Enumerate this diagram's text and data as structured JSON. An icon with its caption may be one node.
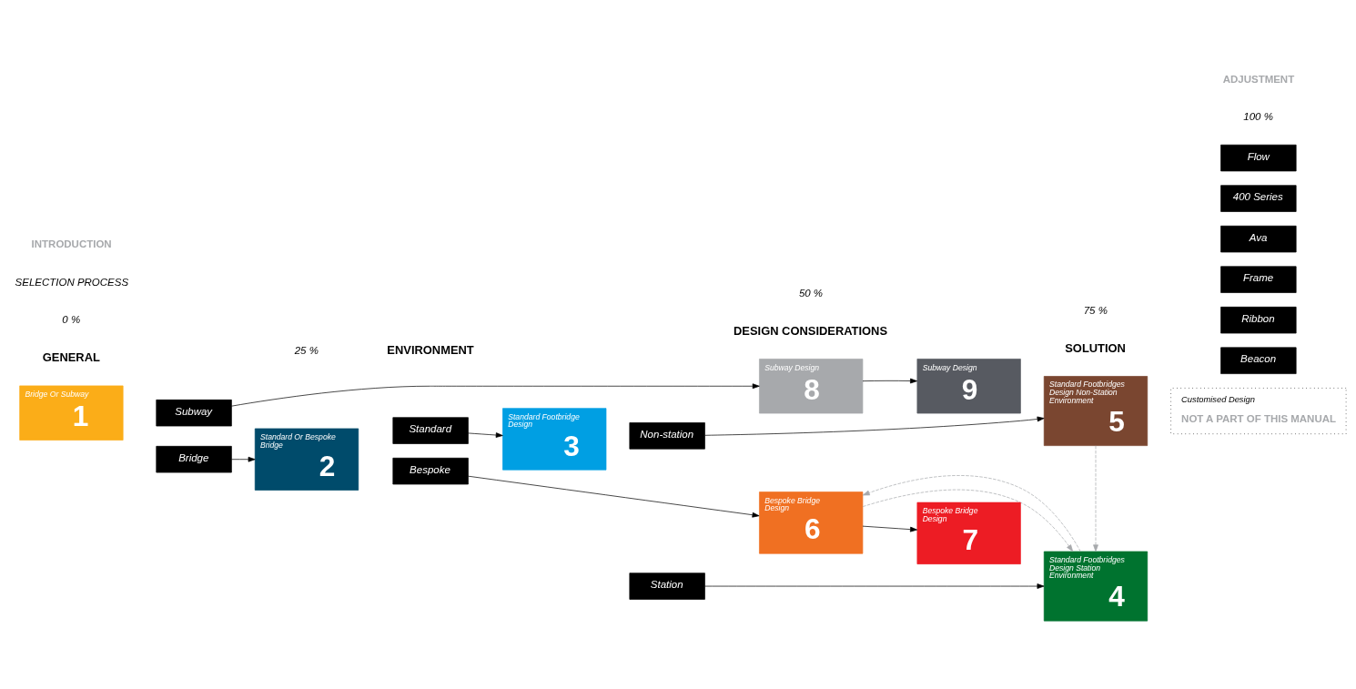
{
  "diagram": {
    "nodes": [
      {
        "text": [
          "Bridge Or Subway",
          "1"
        ]
      },
      {
        "text": [
          "Bridge"
        ]
      },
      {
        "text": [
          "Subway"
        ]
      },
      {
        "text": [
          "Standard Or Bespoke Bridge",
          "2"
        ]
      },
      {
        "text": [
          "Standard"
        ]
      },
      {
        "text": [
          "Bespoke"
        ]
      },
      {
        "text": [
          "Standard Footbridge Design",
          "3"
        ]
      },
      {
        "text": [
          "Station"
        ]
      },
      {
        "text": [
          "Non-station"
        ]
      },
      {
        "text": [
          "Standard Footbridges Design Station Environment",
          "4"
        ]
      },
      {
        "text": [
          "Beacon"
        ]
      },
      {
        "text": [
          "Ribbon"
        ]
      },
      {
        "text": [
          "Frame"
        ]
      },
      {
        "text": [
          "Ava"
        ]
      },
      {
        "text": [
          "Standard Footbridges Design Non-Station Environment",
          "5"
        ]
      },
      {
        "text": [
          "400 Series"
        ]
      },
      {
        "text": [
          "Flow"
        ]
      },
      {
        "text": [
          "Bespoke Bridge Design",
          "6"
        ]
      },
      {
        "text": [
          "Bespoke Bridge Design",
          "7"
        ]
      },
      {
        "text": [
          "Subway Design",
          "8"
        ]
      },
      {
        "text": [
          "Subway Design",
          "9"
        ]
      },
      {
        "text": [
          "Customised Design",
          "NOT A PART OF THIS MANUAL"
        ]
      }
    ],
    "edges": [
      {
        "from": 1,
        "to": 3,
        "arrow": "to"
      },
      {
        "from": 4,
        "to": 6,
        "arrow": "to"
      },
      {
        "from": 7,
        "to": 9,
        "arrow": "to"
      },
      {
        "from": 8,
        "to": 14,
        "arrow": "to"
      },
      {
        "from": 5,
        "to": 17,
        "arrow": "to"
      },
      {
        "from": 2,
        "to": 19,
        "arrow": "to"
      },
      {
        "from": 17,
        "to": 18,
        "arrow": "to"
      },
      {
        "from": 19,
        "to": 20,
        "arrow": "to"
      },
      {
        "from": 9,
        "to": 17,
        "arrow": "to",
        "style": "dashed",
        "color": "#a7a9ac"
      },
      {
        "from": 17,
        "to": 9,
        "arrow": "to",
        "style": "dashed",
        "color": "#a7a9ac"
      },
      {
        "from": 14,
        "to": 9,
        "arrow": "to",
        "style": "dashed",
        "color": "#a7a9ac"
      }
    ],
    "labels": [
      "GENERAL",
      "ENVIRONMENT",
      "DESIGN CONSIDERATIONS",
      "SOLUTION",
      "0 %",
      "25 %",
      "50 %",
      "75 %",
      "100 %",
      "SELECTION PROCESS",
      "INTRODUCTION",
      "ADJUSTMENT"
    ]
  }
}
